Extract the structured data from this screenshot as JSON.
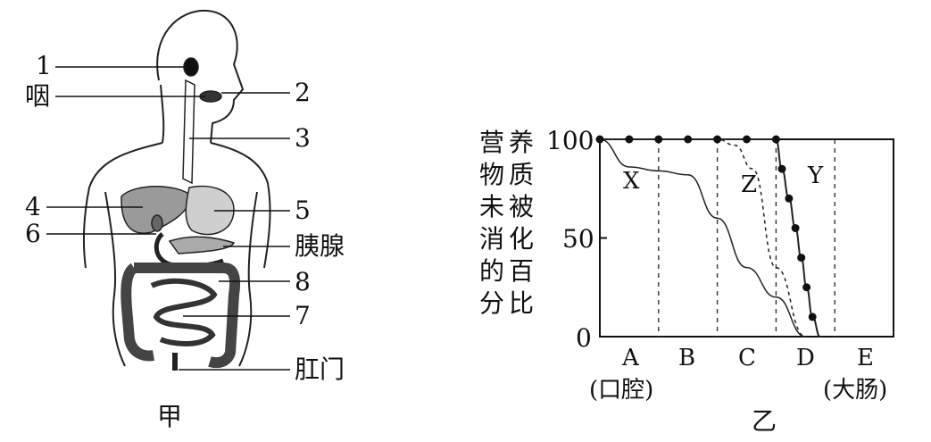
{
  "figure_jia": {
    "caption": "甲",
    "labels": {
      "l1": "1",
      "l2": "2",
      "l3": "3",
      "l4": "4",
      "l5": "5",
      "l6": "6",
      "l7": "7",
      "l8": "8",
      "pharynx": "咽",
      "pancreas": "胰腺",
      "anus": "肛门"
    }
  },
  "figure_yi": {
    "caption": "乙",
    "ylabel_col1": [
      "营",
      "物",
      "未",
      "消",
      "的",
      "分"
    ],
    "ylabel_col2": [
      "养",
      "质",
      "被",
      "化",
      "百",
      "比"
    ],
    "yticks": [
      "100",
      "50",
      "0"
    ],
    "regions": [
      "A",
      "B",
      "C",
      "D",
      "E"
    ],
    "region_notes": {
      "A": "(口腔)",
      "E": "(大肠)"
    },
    "curve_labels": {
      "X": "X",
      "Y": "Y",
      "Z": "Z"
    }
  },
  "chart_data": {
    "type": "line",
    "x": [
      "A",
      "B",
      "C",
      "D",
      "E"
    ],
    "ylim": [
      0,
      100
    ],
    "series": [
      {
        "name": "X",
        "points": [
          [
            0,
            100
          ],
          [
            0.5,
            86
          ],
          [
            1.0,
            84
          ],
          [
            1.5,
            82
          ],
          [
            2.0,
            60
          ],
          [
            2.5,
            35
          ],
          [
            3.0,
            20
          ],
          [
            3.5,
            0
          ]
        ]
      },
      {
        "name": "Z",
        "points": [
          [
            0,
            100
          ],
          [
            2.0,
            100
          ],
          [
            2.3,
            97
          ],
          [
            2.6,
            85
          ],
          [
            3.0,
            35
          ],
          [
            3.5,
            0
          ]
        ]
      },
      {
        "name": "Y",
        "points": [
          [
            0,
            100
          ],
          [
            0.5,
            100
          ],
          [
            1.0,
            100
          ],
          [
            1.5,
            100
          ],
          [
            2.0,
            100
          ],
          [
            2.5,
            100
          ],
          [
            3.0,
            100
          ],
          [
            3.1,
            85
          ],
          [
            3.22,
            70
          ],
          [
            3.33,
            55
          ],
          [
            3.43,
            40
          ],
          [
            3.52,
            25
          ],
          [
            3.62,
            10
          ],
          [
            3.75,
            0
          ]
        ]
      }
    ]
  }
}
